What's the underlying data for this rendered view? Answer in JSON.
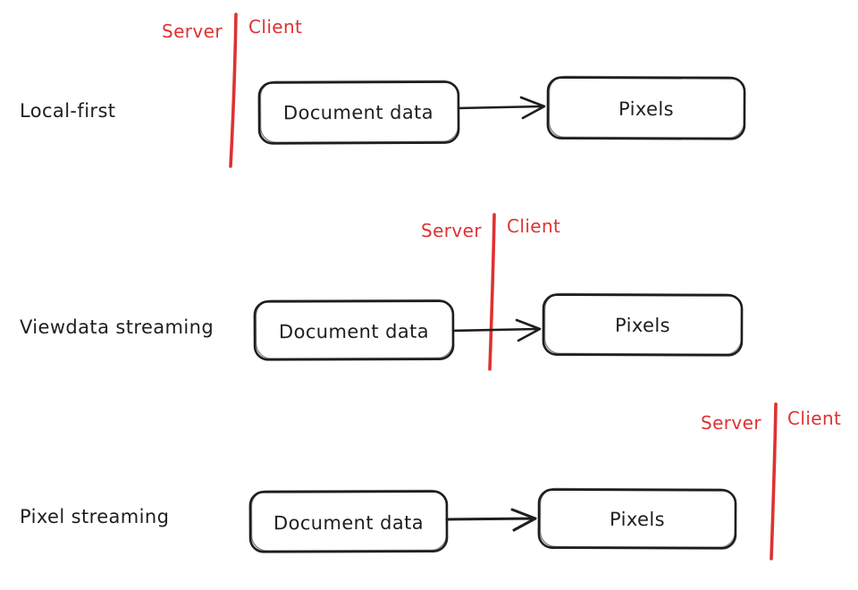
{
  "diagram": {
    "description": "Hand-drawn comparison of three rendering architectures with a red Server/Client boundary line at different positions",
    "colors": {
      "background": "#ffffff",
      "ink": "#1e1e1e",
      "divider_red": "#e03131"
    },
    "rows": [
      {
        "label": "Local-first",
        "server_label": "Server",
        "client_label": "Client",
        "source_box": "Document data",
        "target_box": "Pixels",
        "boundary_position": "before-document-data"
      },
      {
        "label": "Viewdata streaming",
        "server_label": "Server",
        "client_label": "Client",
        "source_box": "Document data",
        "target_box": "Pixels",
        "boundary_position": "between-document-data-and-pixels"
      },
      {
        "label": "Pixel streaming",
        "server_label": "Server",
        "client_label": "Client",
        "source_box": "Document data",
        "target_box": "Pixels",
        "boundary_position": "after-pixels"
      }
    ]
  }
}
